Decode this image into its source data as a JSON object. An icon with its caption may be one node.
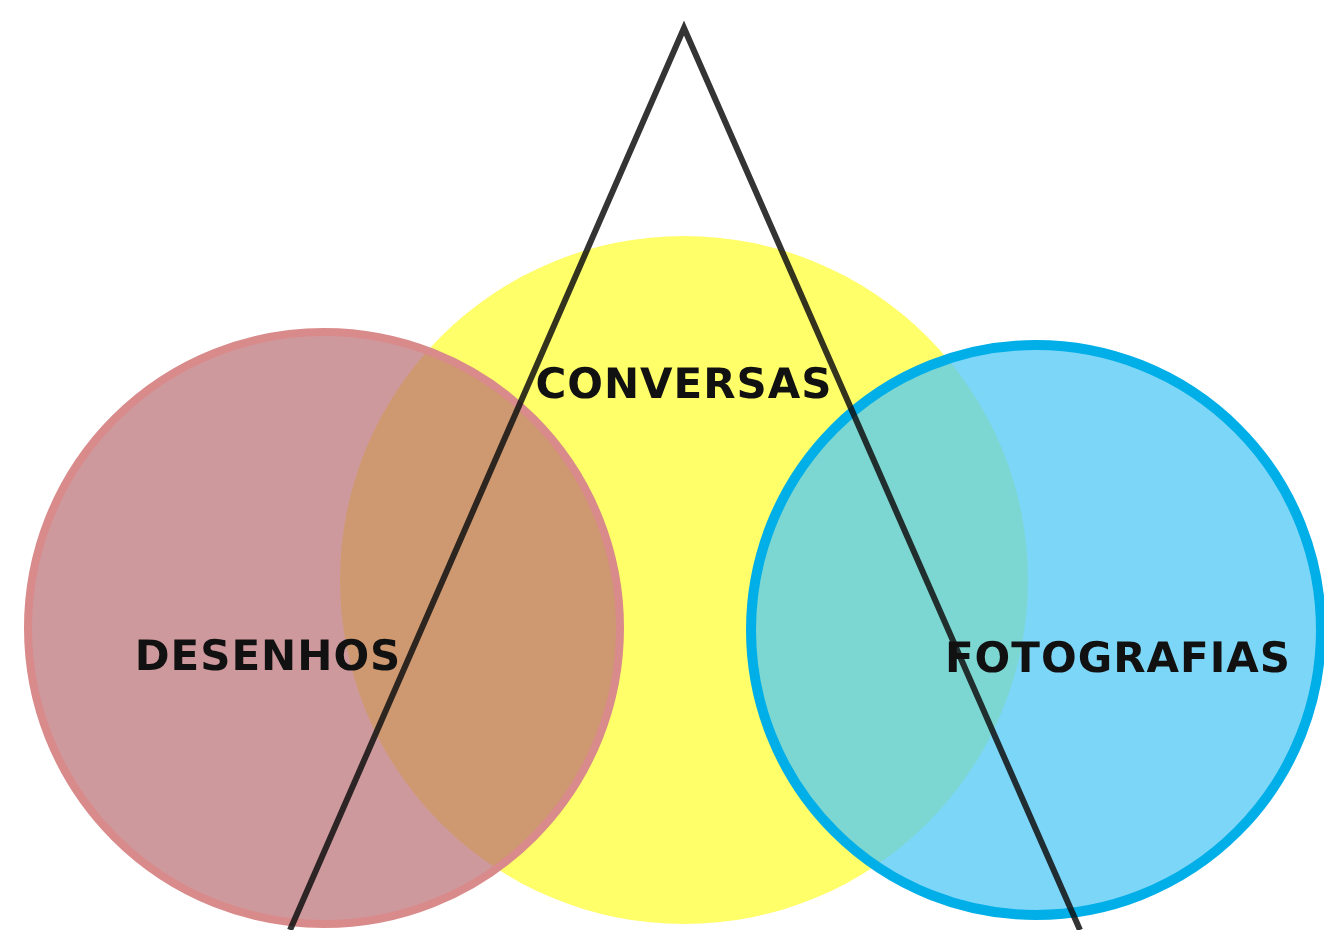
{
  "diagram": {
    "nodes": [
      {
        "text": [
          "CONVERSAS"
        ]
      },
      {
        "text": [
          "DESENHOS"
        ]
      },
      {
        "text": [
          "FOTOGRAFIAS"
        ]
      }
    ]
  }
}
